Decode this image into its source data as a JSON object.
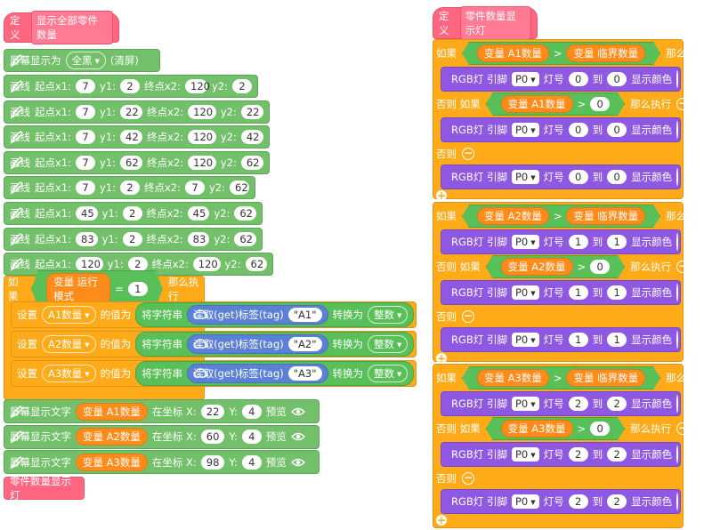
{
  "left_def": {
    "define": "定义",
    "name": "显示全部零件数量"
  },
  "screen_mode": {
    "label": "屏幕显示为",
    "value": "全黑",
    "suffix": "(清屏)"
  },
  "lines": [
    {
      "x1": "7",
      "y1": "2",
      "x2": "120",
      "y2": "2"
    },
    {
      "x1": "7",
      "y1": "22",
      "x2": "120",
      "y2": "22"
    },
    {
      "x1": "7",
      "y1": "42",
      "x2": "120",
      "y2": "42"
    },
    {
      "x1": "7",
      "y1": "62",
      "x2": "120",
      "y2": "62"
    },
    {
      "x1": "7",
      "y1": "2",
      "x2": "7",
      "y2": "62"
    },
    {
      "x1": "45",
      "y1": "2",
      "x2": "45",
      "y2": "62"
    },
    {
      "x1": "83",
      "y1": "2",
      "x2": "83",
      "y2": "62"
    },
    {
      "x1": "120",
      "y1": "2",
      "x2": "120",
      "y2": "62"
    }
  ],
  "line_words": {
    "draw": "画线",
    "x1": "起点x1:",
    "y1": "y1:",
    "x2": "终点x2:",
    "y2": "y2:"
  },
  "if_block": {
    "if": "如果",
    "var": "变量 运行模式",
    "op": "=",
    "val": "1",
    "then": "那么执行"
  },
  "set_rows": [
    {
      "set": "设置",
      "var": "A1数量",
      "to": "的值为",
      "conv": "将字符串",
      "read": "读取(get)标签(tag)",
      "tag": "\"A1\"",
      "as": "转换为",
      "type": "整数"
    },
    {
      "set": "设置",
      "var": "A2数量",
      "to": "的值为",
      "conv": "将字符串",
      "read": "读取(get)标签(tag)",
      "tag": "\"A2\"",
      "as": "转换为",
      "type": "整数"
    },
    {
      "set": "设置",
      "var": "A3数量",
      "to": "的值为",
      "conv": "将字符串",
      "read": "读取(get)标签(tag)",
      "tag": "\"A3\"",
      "as": "转换为",
      "type": "整数"
    }
  ],
  "text_rows": [
    {
      "label": "屏幕显示文字",
      "var": "变量 A1数量",
      "at": "在坐标 X:",
      "x": "22",
      "y_label": "Y:",
      "y": "4",
      "preview": "预览"
    },
    {
      "label": "屏幕显示文字",
      "var": "变量 A2数量",
      "at": "在坐标 X:",
      "x": "60",
      "y_label": "Y:",
      "y": "4",
      "preview": "预览"
    },
    {
      "label": "屏幕显示文字",
      "var": "变量 A3数量",
      "at": "在坐标 X:",
      "x": "98",
      "y_label": "Y:",
      "y": "4",
      "preview": "预览"
    }
  ],
  "call_block": "零件数量显示灯",
  "right_def": {
    "define": "定义",
    "name": "零件数量显示灯"
  },
  "rgb_words": {
    "label": "RGB灯 引脚",
    "pin": "P0",
    "lamp": "灯号",
    "to": "到",
    "show": "显示颜色"
  },
  "if_words": {
    "if": "如果",
    "then": "那么执行",
    "elseif": "否则 如果",
    "else": "否则",
    "gt": ">",
    "limit": "变量 临界数量",
    "zero": "0"
  },
  "groups": [
    {
      "var": "变量 A1数量",
      "lamp": "0",
      "colors": [
        "#33dd33",
        "#ff9900",
        "#ff0000"
      ]
    },
    {
      "var": "变量 A2数量",
      "lamp": "1",
      "colors": [
        "#33dd33",
        "#ff9900",
        "#ff0000"
      ]
    },
    {
      "var": "变量 A3数量",
      "lamp": "2",
      "colors": [
        "#33dd33",
        "#ff9900",
        "#ff0000"
      ]
    }
  ],
  "icons": {
    "pen": "pen-icon",
    "cloud": "cloud-icon",
    "eye": "eye-icon",
    "rgb": "rgb-strip-icon"
  }
}
